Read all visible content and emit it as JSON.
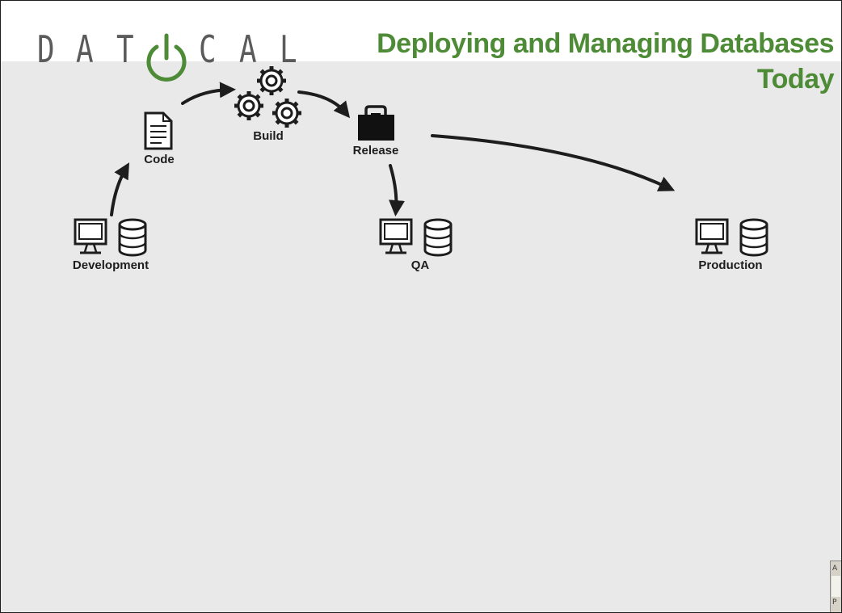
{
  "logo": {
    "letters": [
      "D",
      "A",
      "T",
      "C",
      "A",
      "L"
    ]
  },
  "title": {
    "line1": "Deploying and Managing Databases",
    "line2": "Today"
  },
  "colors": {
    "brand_green": "#4e8b36",
    "logo_gray": "#5b5b5b",
    "canvas": "#e9e9ea",
    "ink": "#1d1d1d"
  },
  "nodes": {
    "code": {
      "label": "Code",
      "icon": "document-icon"
    },
    "build": {
      "label": "Build",
      "icon": "gears-icon"
    },
    "release": {
      "label": "Release",
      "icon": "package-icon"
    },
    "development": {
      "label": "Development",
      "icon": "computer-database-icon"
    },
    "qa": {
      "label": "QA",
      "icon": "computer-database-icon"
    },
    "production": {
      "label": "Production",
      "icon": "computer-database-icon"
    }
  },
  "corner": {
    "top": "A",
    "bottom": "P"
  }
}
